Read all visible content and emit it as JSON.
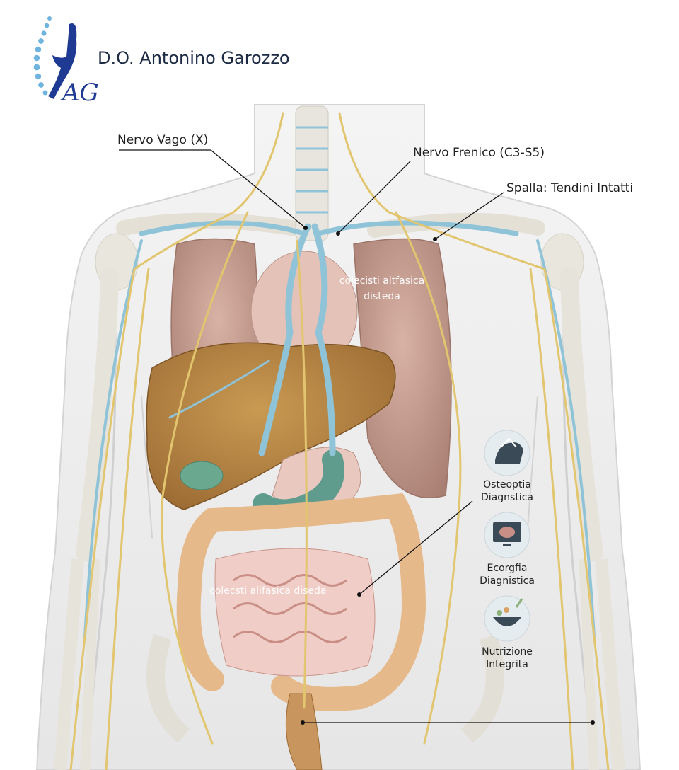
{
  "brand": {
    "name": "D.O. Antonino Garozzo",
    "logo_initials": "AG",
    "logo_color": "#1f3a93",
    "accent_light": "#6fb3df"
  },
  "callouts": {
    "vagus": "Nervo Vago (X)",
    "phrenic": "Nervo Frenico (C3-S5)",
    "shoulder": "Spalla: Tendini Intatti"
  },
  "overlays": {
    "upper_line1": "colecisti altfasica",
    "upper_line2": "disteda",
    "lower": "colecsti alifasica diseda"
  },
  "services": [
    {
      "icon": "osteopathy-hands-icon",
      "line1": "Osteoptia",
      "line2": "Diagnstica"
    },
    {
      "icon": "ultrasound-monitor-icon",
      "line1": "Ecorgfia",
      "line2": "Diagnistica"
    },
    {
      "icon": "nutrition-bowl-icon",
      "line1": "Nutrizione",
      "line2": "Integrita"
    }
  ],
  "colors": {
    "nerve": "#e2c56f",
    "vessel": "#8fc3d8",
    "liver": "#b9823f",
    "lung": "#c49c92",
    "intestine": "#e6b98b",
    "gallbladder": "#6aa88f"
  }
}
